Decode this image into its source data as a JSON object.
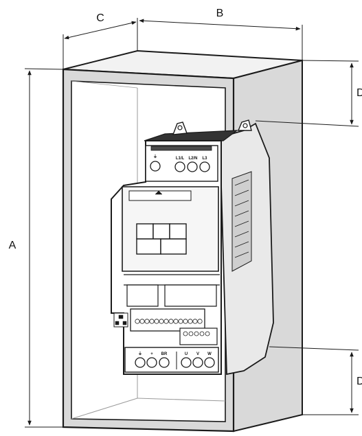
{
  "dimensions": {
    "a": "A",
    "b": "B",
    "c": "C",
    "d_top": "D",
    "d_bottom": "D"
  },
  "power_terminals": [
    "L1/L",
    "L2/N",
    "L3"
  ],
  "motor_terminals": [
    "+",
    "BR",
    "U",
    "V",
    "W"
  ],
  "colors": {
    "enclosure_fill": "#d9d9d9",
    "enclosure_inner": "#ffffff",
    "line": "#1a1a1a",
    "drive_body": "#ffffff"
  }
}
